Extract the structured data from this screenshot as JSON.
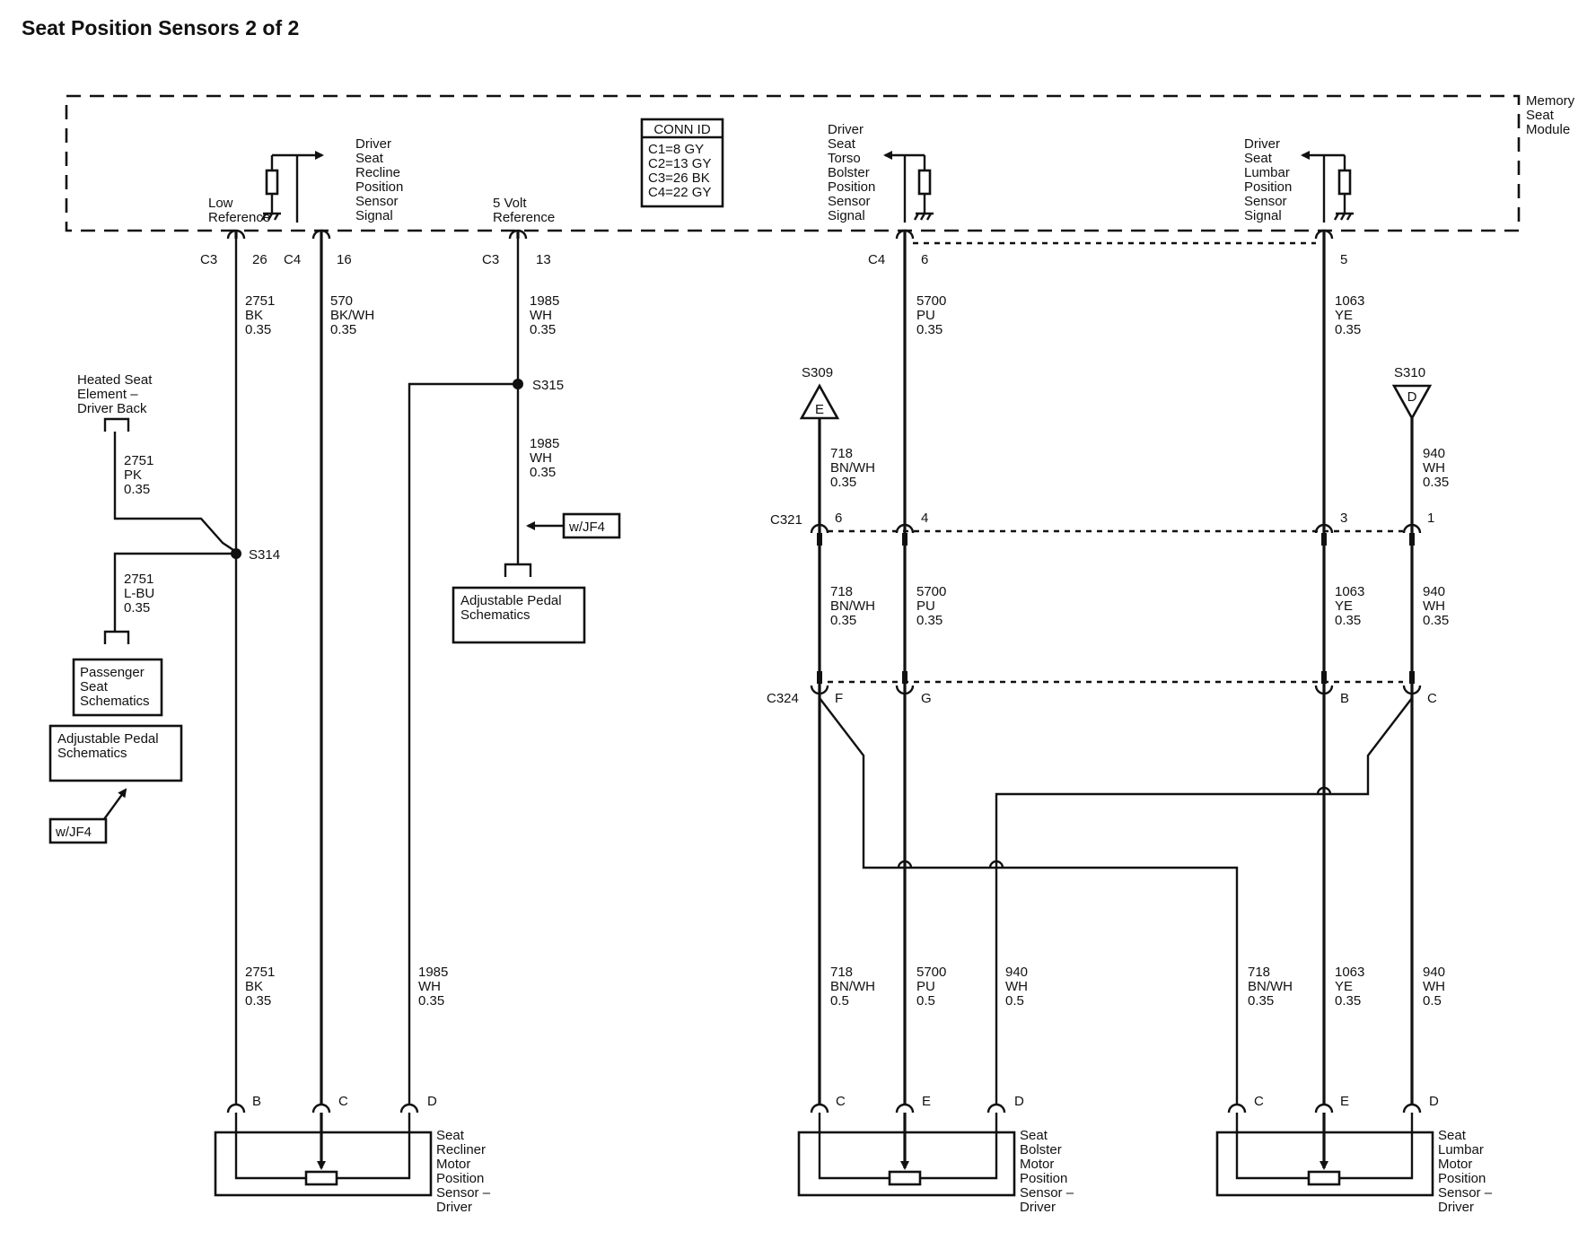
{
  "title": "Seat Position Sensors 2 of 2",
  "module": {
    "label_lines": [
      "Memory",
      "Seat",
      "Module"
    ]
  },
  "conn_id": {
    "header": "CONN ID",
    "lines": [
      "C1=8 GY",
      "C2=13 GY",
      "C3=26 BK",
      "C4=22 GY"
    ]
  },
  "module_signals": {
    "low_reference": [
      "Low",
      "Reference"
    ],
    "recline_signal": [
      "Driver",
      "Seat",
      "Recline",
      "Position",
      "Sensor",
      "Signal"
    ],
    "five_volt": [
      "5 Volt",
      "Reference"
    ],
    "torso_signal": [
      "Driver",
      "Seat",
      "Torso",
      "Bolster",
      "Position",
      "Sensor",
      "Signal"
    ],
    "lumbar_signal": [
      "Driver",
      "Seat",
      "Lumbar",
      "Position",
      "Sensor",
      "Signal"
    ]
  },
  "module_pins": {
    "p1": {
      "conn": "C3",
      "pin": "26"
    },
    "p2": {
      "conn": "C4",
      "pin": "16"
    },
    "p3": {
      "conn": "C3",
      "pin": "13"
    },
    "p4": {
      "conn": "C4",
      "pin": "6"
    },
    "p5": {
      "pin": "5"
    }
  },
  "wires": {
    "w2751_top": [
      "2751",
      "BK",
      "0.35"
    ],
    "w570": [
      "570",
      "BK/WH",
      "0.35"
    ],
    "w1985_top": [
      "1985",
      "WH",
      "0.35"
    ],
    "w5700_top": [
      "5700",
      "PU",
      "0.35"
    ],
    "w1063_top": [
      "1063",
      "YE",
      "0.35"
    ],
    "w2751_pk": [
      "2751",
      "PK",
      "0.35"
    ],
    "w2751_lbu": [
      "2751",
      "L-BU",
      "0.35"
    ],
    "w1985_mid": [
      "1985",
      "WH",
      "0.35"
    ],
    "w718_s309": [
      "718",
      "BN/WH",
      "0.35"
    ],
    "w940_s310": [
      "940",
      "WH",
      "0.35"
    ],
    "w718_mid": [
      "718",
      "BN/WH",
      "0.35"
    ],
    "w5700_mid": [
      "5700",
      "PU",
      "0.35"
    ],
    "w1063_mid": [
      "1063",
      "YE",
      "0.35"
    ],
    "w940_mid": [
      "940",
      "WH",
      "0.35"
    ],
    "w2751_bot": [
      "2751",
      "BK",
      "0.35"
    ],
    "w1985_bot": [
      "1985",
      "WH",
      "0.35"
    ],
    "w718_bot": [
      "718",
      "BN/WH",
      "0.5"
    ],
    "w5700_bot": [
      "5700",
      "PU",
      "0.5"
    ],
    "w940_bot": [
      "940",
      "WH",
      "0.5"
    ],
    "w718_bot2": [
      "718",
      "BN/WH",
      "0.35"
    ],
    "w1063_bot": [
      "1063",
      "YE",
      "0.35"
    ],
    "w940_bot2": [
      "940",
      "WH",
      "0.5"
    ]
  },
  "splices": {
    "s315": "S315",
    "s314": "S314",
    "s309": "S309",
    "s310": "S310"
  },
  "ground_flags": {
    "s309": "E",
    "s310": "D"
  },
  "refs": {
    "heated_seat": [
      "Heated Seat",
      "Element –",
      "Driver Back"
    ],
    "passenger": [
      "Passenger",
      "Seat",
      "Schematics"
    ],
    "adj_pedal_left": [
      "Adjustable Pedal",
      "Schematics"
    ],
    "adj_pedal_mid": [
      "Adjustable Pedal",
      "Schematics"
    ],
    "wjf4_left": "w/JF4",
    "wjf4_mid": "w/JF4"
  },
  "connectors": {
    "c321": {
      "name": "C321",
      "pins": [
        "6",
        "4",
        "3",
        "1"
      ]
    },
    "c324": {
      "name": "C324",
      "pins": [
        "F",
        "G",
        "B",
        "C"
      ]
    }
  },
  "sensors": {
    "recliner": {
      "label": [
        "Seat",
        "Recliner",
        "Motor",
        "Position",
        "Sensor –",
        "Driver"
      ],
      "pins": [
        "B",
        "C",
        "D"
      ]
    },
    "bolster": {
      "label": [
        "Seat",
        "Bolster",
        "Motor",
        "Position",
        "Sensor –",
        "Driver"
      ],
      "pins": [
        "C",
        "E",
        "D"
      ]
    },
    "lumbar": {
      "label": [
        "Seat",
        "Lumbar",
        "Motor",
        "Position",
        "Sensor –",
        "Driver"
      ],
      "pins": [
        "C",
        "E",
        "D"
      ]
    }
  }
}
